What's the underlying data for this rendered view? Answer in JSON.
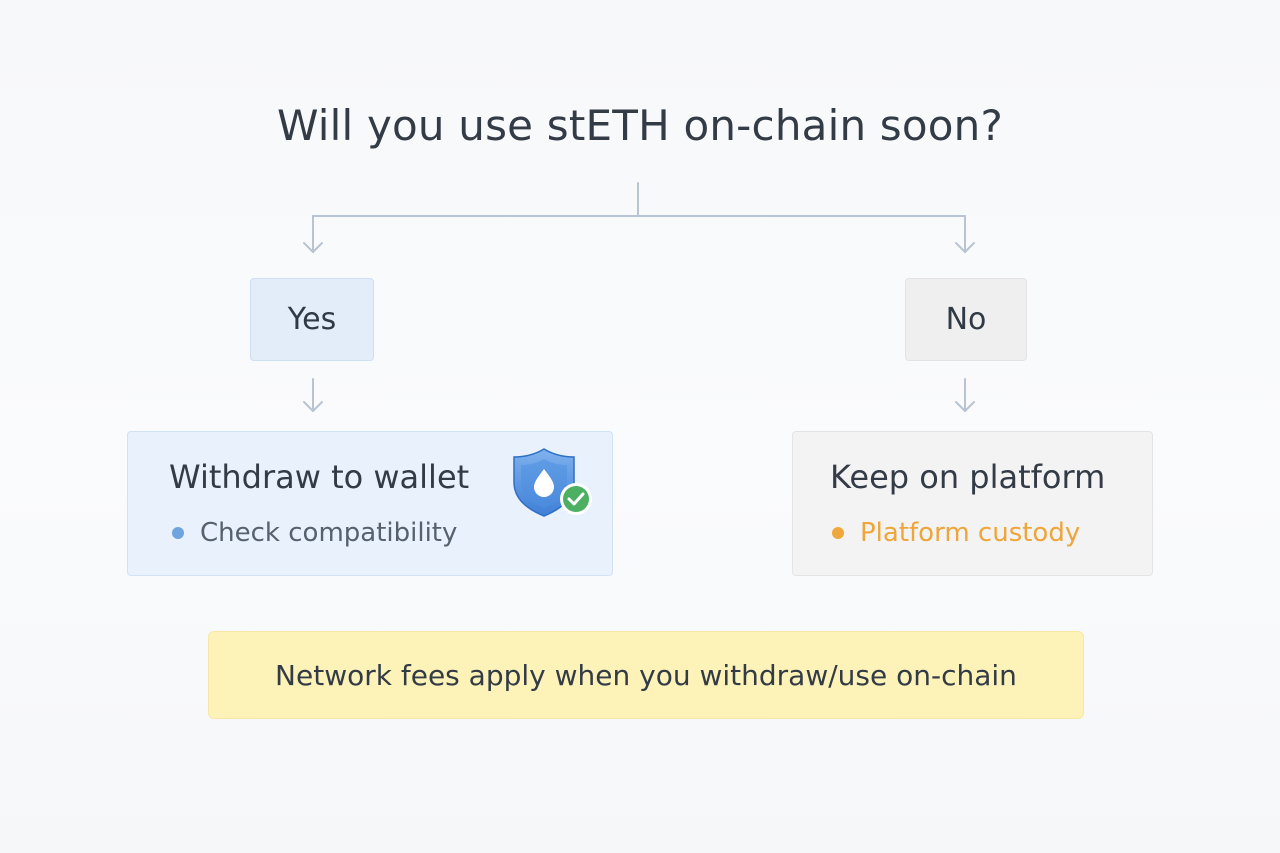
{
  "question": "Will you use stETH on-chain soon?",
  "branches": {
    "yes": {
      "answer": "Yes",
      "outcome_title": "Withdraw to wallet",
      "bullet": "Check compatibility",
      "bullet_color": "#6fa4e0",
      "bullet_text_color": "#56616d",
      "icon": "shield-drop-check-icon"
    },
    "no": {
      "answer": "No",
      "outcome_title": "Keep on platform",
      "bullet": "Platform custody",
      "bullet_color": "#f0a83c",
      "bullet_text_color": "#eea53a"
    }
  },
  "note": "Network fees apply when you withdraw/use on-chain",
  "colors": {
    "connector": "#b9c4d2",
    "yes_fill": "#e3edf9",
    "no_fill": "#efeff0",
    "note_fill": "#fdf2b8"
  }
}
